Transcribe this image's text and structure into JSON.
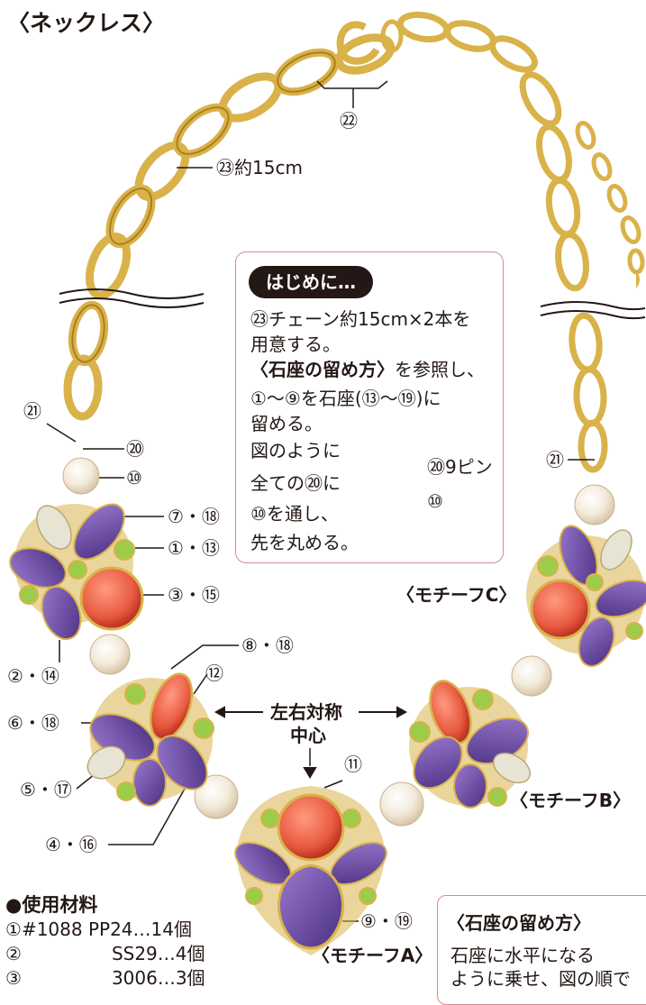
{
  "title": "〈ネックレス〉",
  "labels": {
    "n22": "㉒",
    "n23": "㉓約15cm",
    "n21_left": "㉑",
    "n20_left": "⑳",
    "n10_left": "⑩",
    "n7_18": "⑦・⑱",
    "n1_13": "①・⑬",
    "n3_15": "③・⑮",
    "n2_14": "②・⑭",
    "n8_18": "⑧・⑱",
    "n12": "⑫",
    "n6_18": "⑥・⑱",
    "n5_17": "⑤・⑰",
    "n4_16": "④・⑯",
    "n11": "⑪",
    "n9_19": "⑨・⑲",
    "n21_right": "㉑",
    "center_line1": "左右対称",
    "center_line2": "中心",
    "motif_a": "〈モチーフA〉",
    "motif_b": "〈モチーフB〉",
    "motif_c": "〈モチーフC〉"
  },
  "intro_box": {
    "heading": "はじめに…",
    "line1": "㉓チェーン約15cm×2本を",
    "line2": "用意する。",
    "line3_bold": "〈石座の留め方〉",
    "line3_rest": "を参照し、",
    "line4": "①〜⑨を石座(⑬〜⑲)に",
    "line5": "留める。",
    "line6": "図のように",
    "line7": "全ての⑳に",
    "line8": "⑩を通し、",
    "line9": "先を丸める。",
    "pin_label": "⑳9ピン",
    "bead_label": "⑩"
  },
  "materials": {
    "heading": "●使用材料",
    "rows": [
      {
        "num": "①",
        "item": "#1088 PP24…14個"
      },
      {
        "num": "②",
        "item": "SS29…4個"
      },
      {
        "num": "③",
        "item": "3006…3個"
      }
    ]
  },
  "setting_box": {
    "heading": "〈石座の留め方〉",
    "line1": "石座に水平になる",
    "line2": "ように乗せ、図の順で"
  },
  "colors": {
    "gold": "#d9b24a",
    "gold_dark": "#a8801f",
    "purple": "#6d4aa8",
    "purple_dark": "#4a2f80",
    "red": "#e85a40",
    "peridot": "#9ccc4a",
    "pearl": "#f3eadb",
    "green_bead": "#5fbf7d",
    "box_border": "#d98a8f"
  }
}
